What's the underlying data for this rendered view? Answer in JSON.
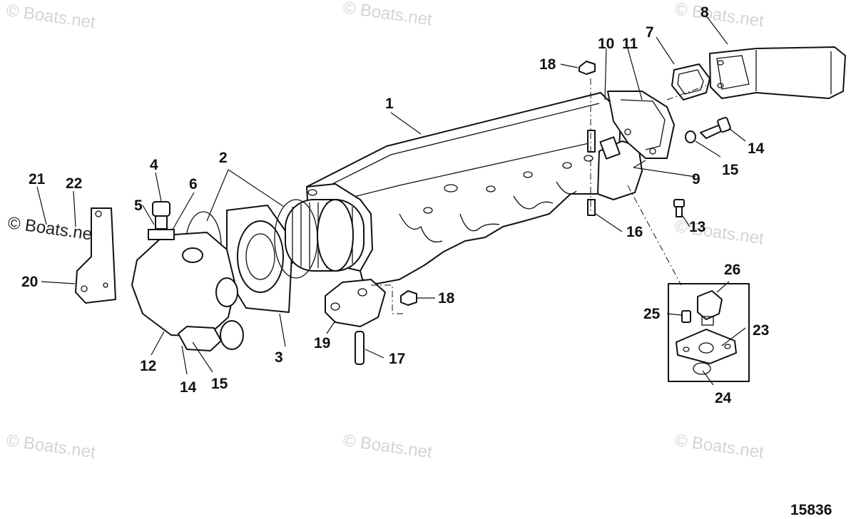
{
  "watermark_text": "© Boats.net",
  "drawing_number": "15836",
  "callouts": {
    "c1": "1",
    "c2": "2",
    "c3": "3",
    "c4": "4",
    "c5": "5",
    "c6": "6",
    "c7": "7",
    "c8": "8",
    "c9": "9",
    "c10": "10",
    "c11": "11",
    "c12": "12",
    "c13": "13",
    "c14a": "14",
    "c14b": "14",
    "c15a": "15",
    "c15b": "15",
    "c16": "16",
    "c17": "17",
    "c18a": "18",
    "c18b": "18",
    "c19": "19",
    "c20": "20",
    "c21": "21",
    "c22": "22",
    "c23": "23",
    "c24": "24",
    "c25": "25",
    "c26": "26"
  }
}
